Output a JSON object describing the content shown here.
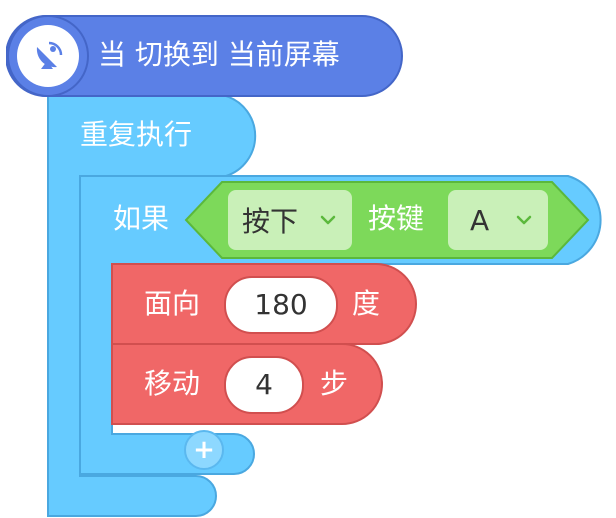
{
  "hat_block": {
    "label": "当 切换到 当前屏幕",
    "icon": "satellite-dish-icon",
    "color": "#5b80e6"
  },
  "loop_block": {
    "label": "重复执行",
    "color": "#66cbff"
  },
  "if_block": {
    "label": "如果",
    "color": "#66cbff"
  },
  "condition": {
    "color": "#7dd95a",
    "action_value": "按下",
    "key_label": "按键",
    "key_value": "A"
  },
  "turn_block": {
    "label": "面向",
    "value": "180",
    "unit": "度",
    "color": "#f06767"
  },
  "move_block": {
    "label": "移动",
    "value": "4",
    "unit": "步",
    "color": "#f06767"
  },
  "add_button": {
    "label": "+"
  }
}
